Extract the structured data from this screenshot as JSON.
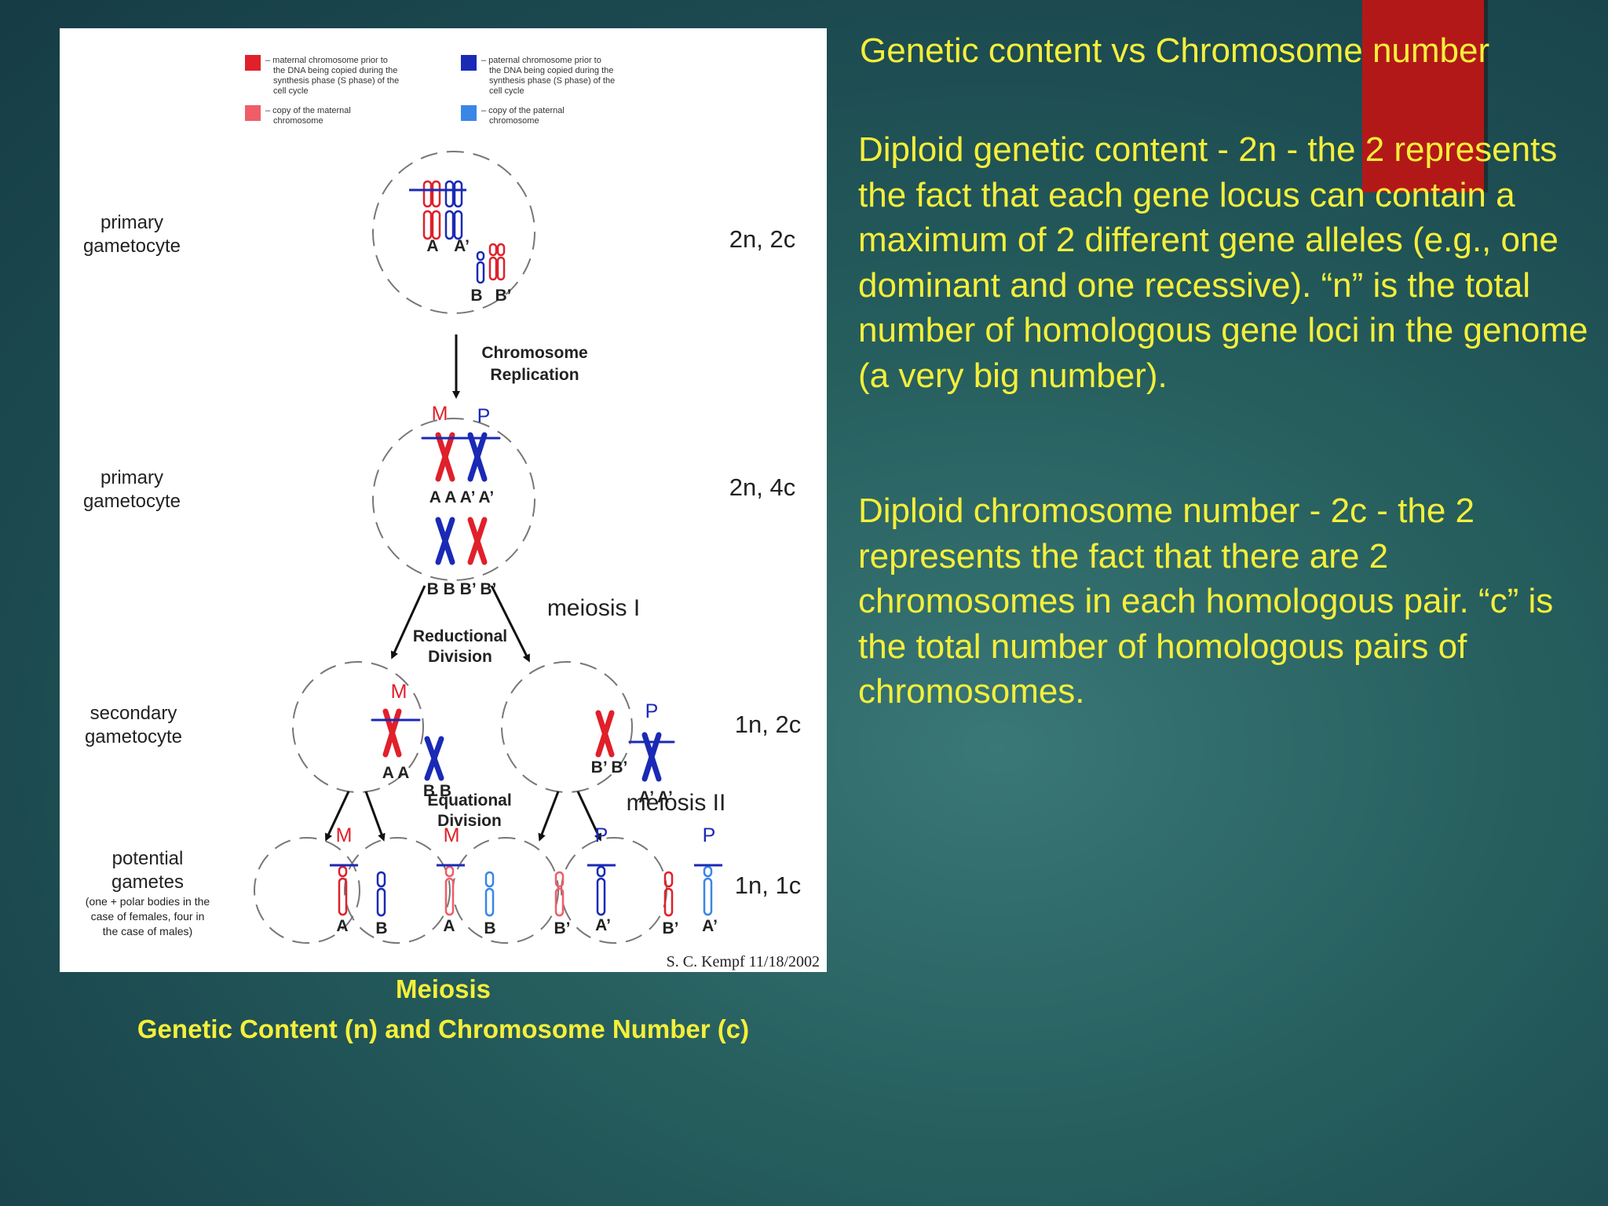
{
  "slide": {
    "title": "Genetic content vs Chromosome number",
    "para1": "Diploid genetic content - 2n - the 2 represents the fact that each gene locus can contain a maximum of 2 different gene alleles (e.g., one dominant and one recessive). “n” is the total number of homologous gene loci in the genome (a very big number).",
    "para2": "Diploid chromosome number - 2c - the 2 represents the fact that there are 2 chromosomes in each homologous pair. “c” is the total number of homologous pairs of chromosomes.",
    "caption_title": "Meiosis",
    "caption_subtitle": "Genetic Content (n) and Chromosome Number (c)"
  },
  "colors": {
    "maternal": "#e0202a",
    "maternal_copy": "#ef5d68",
    "paternal": "#1a2ab5",
    "paternal_copy": "#3a86e6",
    "text_yellow": "#f5ef3a",
    "accent_red": "#b31819"
  },
  "figure": {
    "legend": {
      "maternal_l1": "– maternal chromosome prior to",
      "maternal_l2": "the DNA being copied during the",
      "maternal_l3": "synthesis phase (S phase) of the",
      "maternal_l4": "cell cycle",
      "paternal_l1": "– paternal chromosome prior to",
      "paternal_l2": "the DNA being copied during the",
      "paternal_l3": "synthesis phase (S phase) of the",
      "paternal_l4": "cell cycle",
      "maternal_copy_l1": "– copy of the maternal",
      "maternal_copy_l2": "chromosome",
      "paternal_copy_l1": "– copy of the paternal",
      "paternal_copy_l2": "chromosome"
    },
    "stages": {
      "primary_l1": "primary",
      "primary_l2": "gametocyte",
      "secondary_l1": "secondary",
      "secondary_l2": "gametocyte",
      "potential_l1": "potential",
      "potential_l2": "gametes",
      "potential_note_l1": "(one + polar bodies in the",
      "potential_note_l2": "case of females, four in",
      "potential_note_l3": "the case of males)"
    },
    "states": {
      "s1": "2n, 2c",
      "s2": "2n, 4c",
      "s3": "1n, 2c",
      "s4": "1n, 1c"
    },
    "arrows": {
      "replication_l1": "Chromosome",
      "replication_l2": "Replication",
      "reductional_l1": "Reductional",
      "reductional_l2": "Division",
      "equational_l1": "Equational",
      "equational_l2": "Division",
      "meiosis1": "meiosis I",
      "meiosis2": "meiosis II"
    },
    "markers": {
      "maternal": "M",
      "paternal": "P"
    },
    "alleles": {
      "A": "A",
      "A_prime": "A’",
      "B": "B",
      "B_prime": "B’",
      "row_A": "A  A  A’ A’",
      "row_B": "B  B  B’ B’",
      "AA": "A  A",
      "BB": "B  B",
      "BpBp": "B’  B’",
      "ApAp": "A’  A’"
    },
    "credit": "S. C. Kempf   11/18/2002"
  }
}
